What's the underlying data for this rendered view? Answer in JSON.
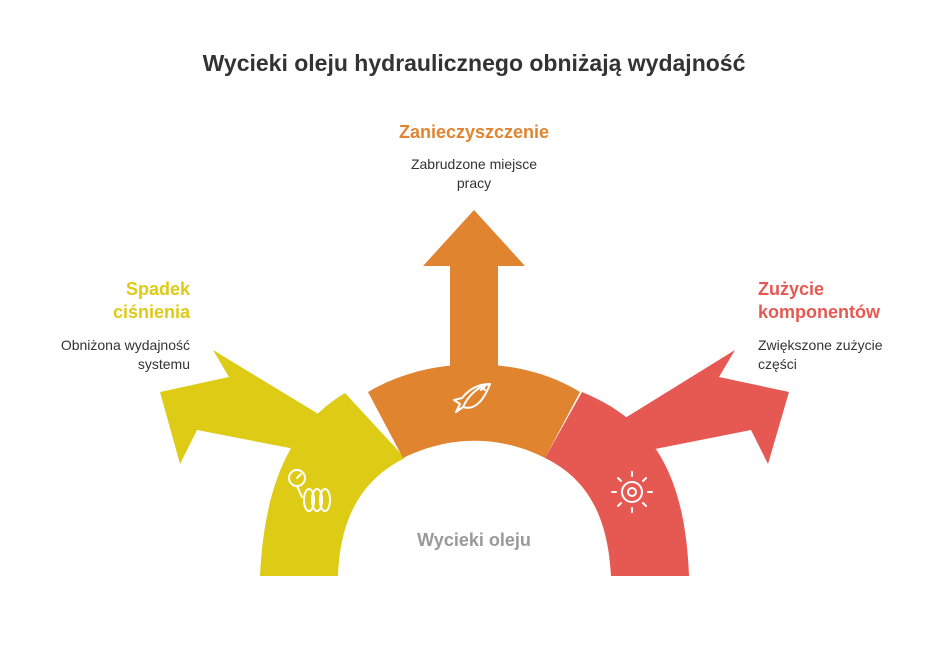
{
  "title": "Wycieki oleju hydraulicznego obniżają wydajność",
  "center": "Wycieki oleju",
  "colors": {
    "yellow": "#DDCB15",
    "orange": "#E08430",
    "red": "#E65852",
    "center_text": "#999999"
  },
  "branches": {
    "left": {
      "title": "Spadek ciśnienia",
      "description": "Obniżona wydajność systemu",
      "icon": "pressure-gauge-icon"
    },
    "top": {
      "title": "Zanieczyszczenie",
      "description": "Zabrudzone miejsce pracy",
      "icon": "dead-fish-icon"
    },
    "right": {
      "title": "Zużycie komponentów",
      "description": "Zwiększone zużycie części",
      "icon": "gear-wear-icon"
    }
  }
}
